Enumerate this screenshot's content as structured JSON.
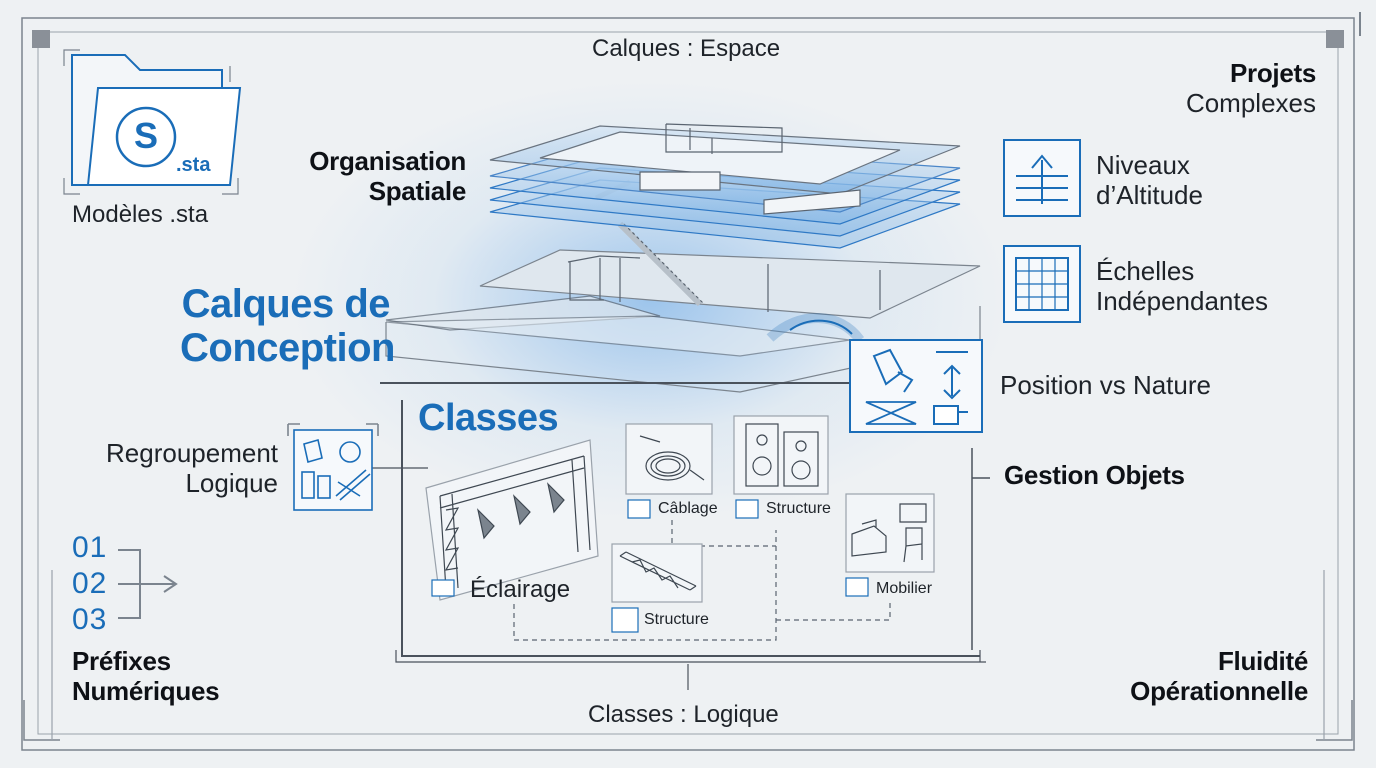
{
  "top_label": "Calques : Espace",
  "bottom_label": "Classes : Logique",
  "top_right": {
    "title": "Projets",
    "subtitle": "Complexes"
  },
  "templates": {
    "badge_letter": "S",
    "ext": ".sta",
    "label": "Modèles .sta"
  },
  "spatial": {
    "line1": "Organisation",
    "line2": "Spatiale"
  },
  "design_layers": {
    "line1": "Calques de",
    "line2": "Conception"
  },
  "right_items": {
    "altitude": {
      "line1": "Niveaux",
      "line2": "d’Altitude"
    },
    "scales": {
      "line1": "Échelles",
      "line2": "Indépendantes"
    },
    "position": "Position vs Nature"
  },
  "classes_title": "Classes",
  "grouping": {
    "line1": "Regroupement",
    "line2": "Logique"
  },
  "object_management": "Gestion Objets",
  "numbers": [
    "01",
    "02",
    "03"
  ],
  "prefixes": {
    "line1": "Préfixes",
    "line2": "Numériques"
  },
  "fluidity": {
    "line1": "Fluidité",
    "line2": "Opérationnelle"
  },
  "class_cards": {
    "lighting": "Éclairage",
    "cabling": "Câblage",
    "structure_speakers": "Structure",
    "structure_truss": "Structure",
    "furniture": "Mobilier"
  },
  "colors": {
    "accent": "#1a6db8",
    "line": "#5a6470",
    "background": "#eef1f3"
  }
}
